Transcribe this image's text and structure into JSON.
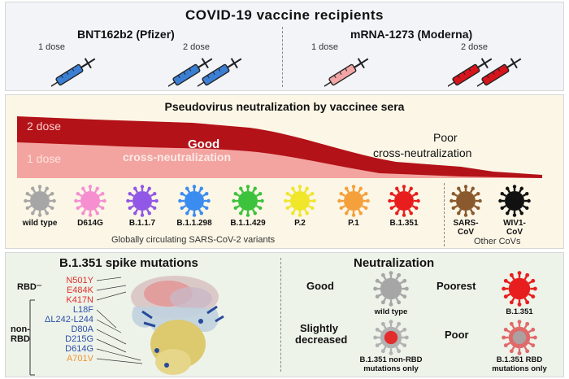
{
  "top": {
    "title": "COVID-19 vaccine recipients",
    "pfizer_label": "BNT162b2 (Pfizer)",
    "moderna_label": "mRNA-1273 (Moderna)",
    "dose1": "1 dose",
    "dose2": "2 dose",
    "colors": {
      "pfizer": "#3b7fd4",
      "moderna_1": "#f2a5a5",
      "moderna_2": "#d6141c"
    }
  },
  "middle": {
    "title": "Pseudovirus neutralization by vaccinee sera",
    "label_2dose": "2 dose",
    "label_1dose": "1 dose",
    "good_line1": "Good",
    "good_line2": "cross-neutralization",
    "poor_line1": "Poor",
    "poor_line2": "cross-neutralization",
    "colors": {
      "dose2": "#b31218",
      "dose1": "#f3a4a0"
    },
    "variants_caption": "Globally circulating SARS-CoV-2 variants",
    "other_caption": "Other CoVs",
    "viruses": [
      {
        "label": "wild type",
        "color": "#a6a6a6"
      },
      {
        "label": "D614G",
        "color": "#f58fd0"
      },
      {
        "label": "B.1.1.7",
        "color": "#9157e6"
      },
      {
        "label": "B.1.1.298",
        "color": "#3b8cf0"
      },
      {
        "label": "B.1.1.429",
        "color": "#3cc23c"
      },
      {
        "label": "P.2",
        "color": "#f0e62a"
      },
      {
        "label": "P.1",
        "color": "#f5a03a"
      },
      {
        "label": "B.1.351",
        "color": "#e81e1e"
      },
      {
        "label": "SARS-\nCoV",
        "color": "#8a5a2e"
      },
      {
        "label": "WIV1-\nCoV",
        "color": "#111111"
      }
    ]
  },
  "bottom": {
    "mutations_title": "B.1.351 spike mutations",
    "rbd_label": "RBD",
    "nonrbd_label": "non-\nRBD",
    "rbd_mutations": [
      {
        "text": "N501Y",
        "color": "#e0302a"
      },
      {
        "text": "E484K",
        "color": "#e0302a"
      },
      {
        "text": "K417N",
        "color": "#e0302a"
      }
    ],
    "nonrbd_mutations": [
      {
        "text": "L18F",
        "color": "#2a4fa8"
      },
      {
        "text": "ΔL242-L244",
        "color": "#2a4fa8"
      },
      {
        "text": "D80A",
        "color": "#2a4fa8"
      },
      {
        "text": "D215G",
        "color": "#2a4fa8"
      },
      {
        "text": "D614G",
        "color": "#2a4fa8"
      },
      {
        "text": "A701V",
        "color": "#f0932e"
      }
    ],
    "neut_title": "Neutralization",
    "good": "Good",
    "poorest": "Poorest",
    "slightly_line1": "Slightly",
    "slightly_line2": "decreased",
    "poor": "Poor",
    "wt_caption": "wild type",
    "b1351_caption": "B.1.351",
    "nonrbd_caption_line1": "B.1.351 non-RBD",
    "nonrbd_caption_line2": "mutations only",
    "rbd_caption_line1": "B.1.351 RBD",
    "rbd_caption_line2": "mutations only"
  }
}
